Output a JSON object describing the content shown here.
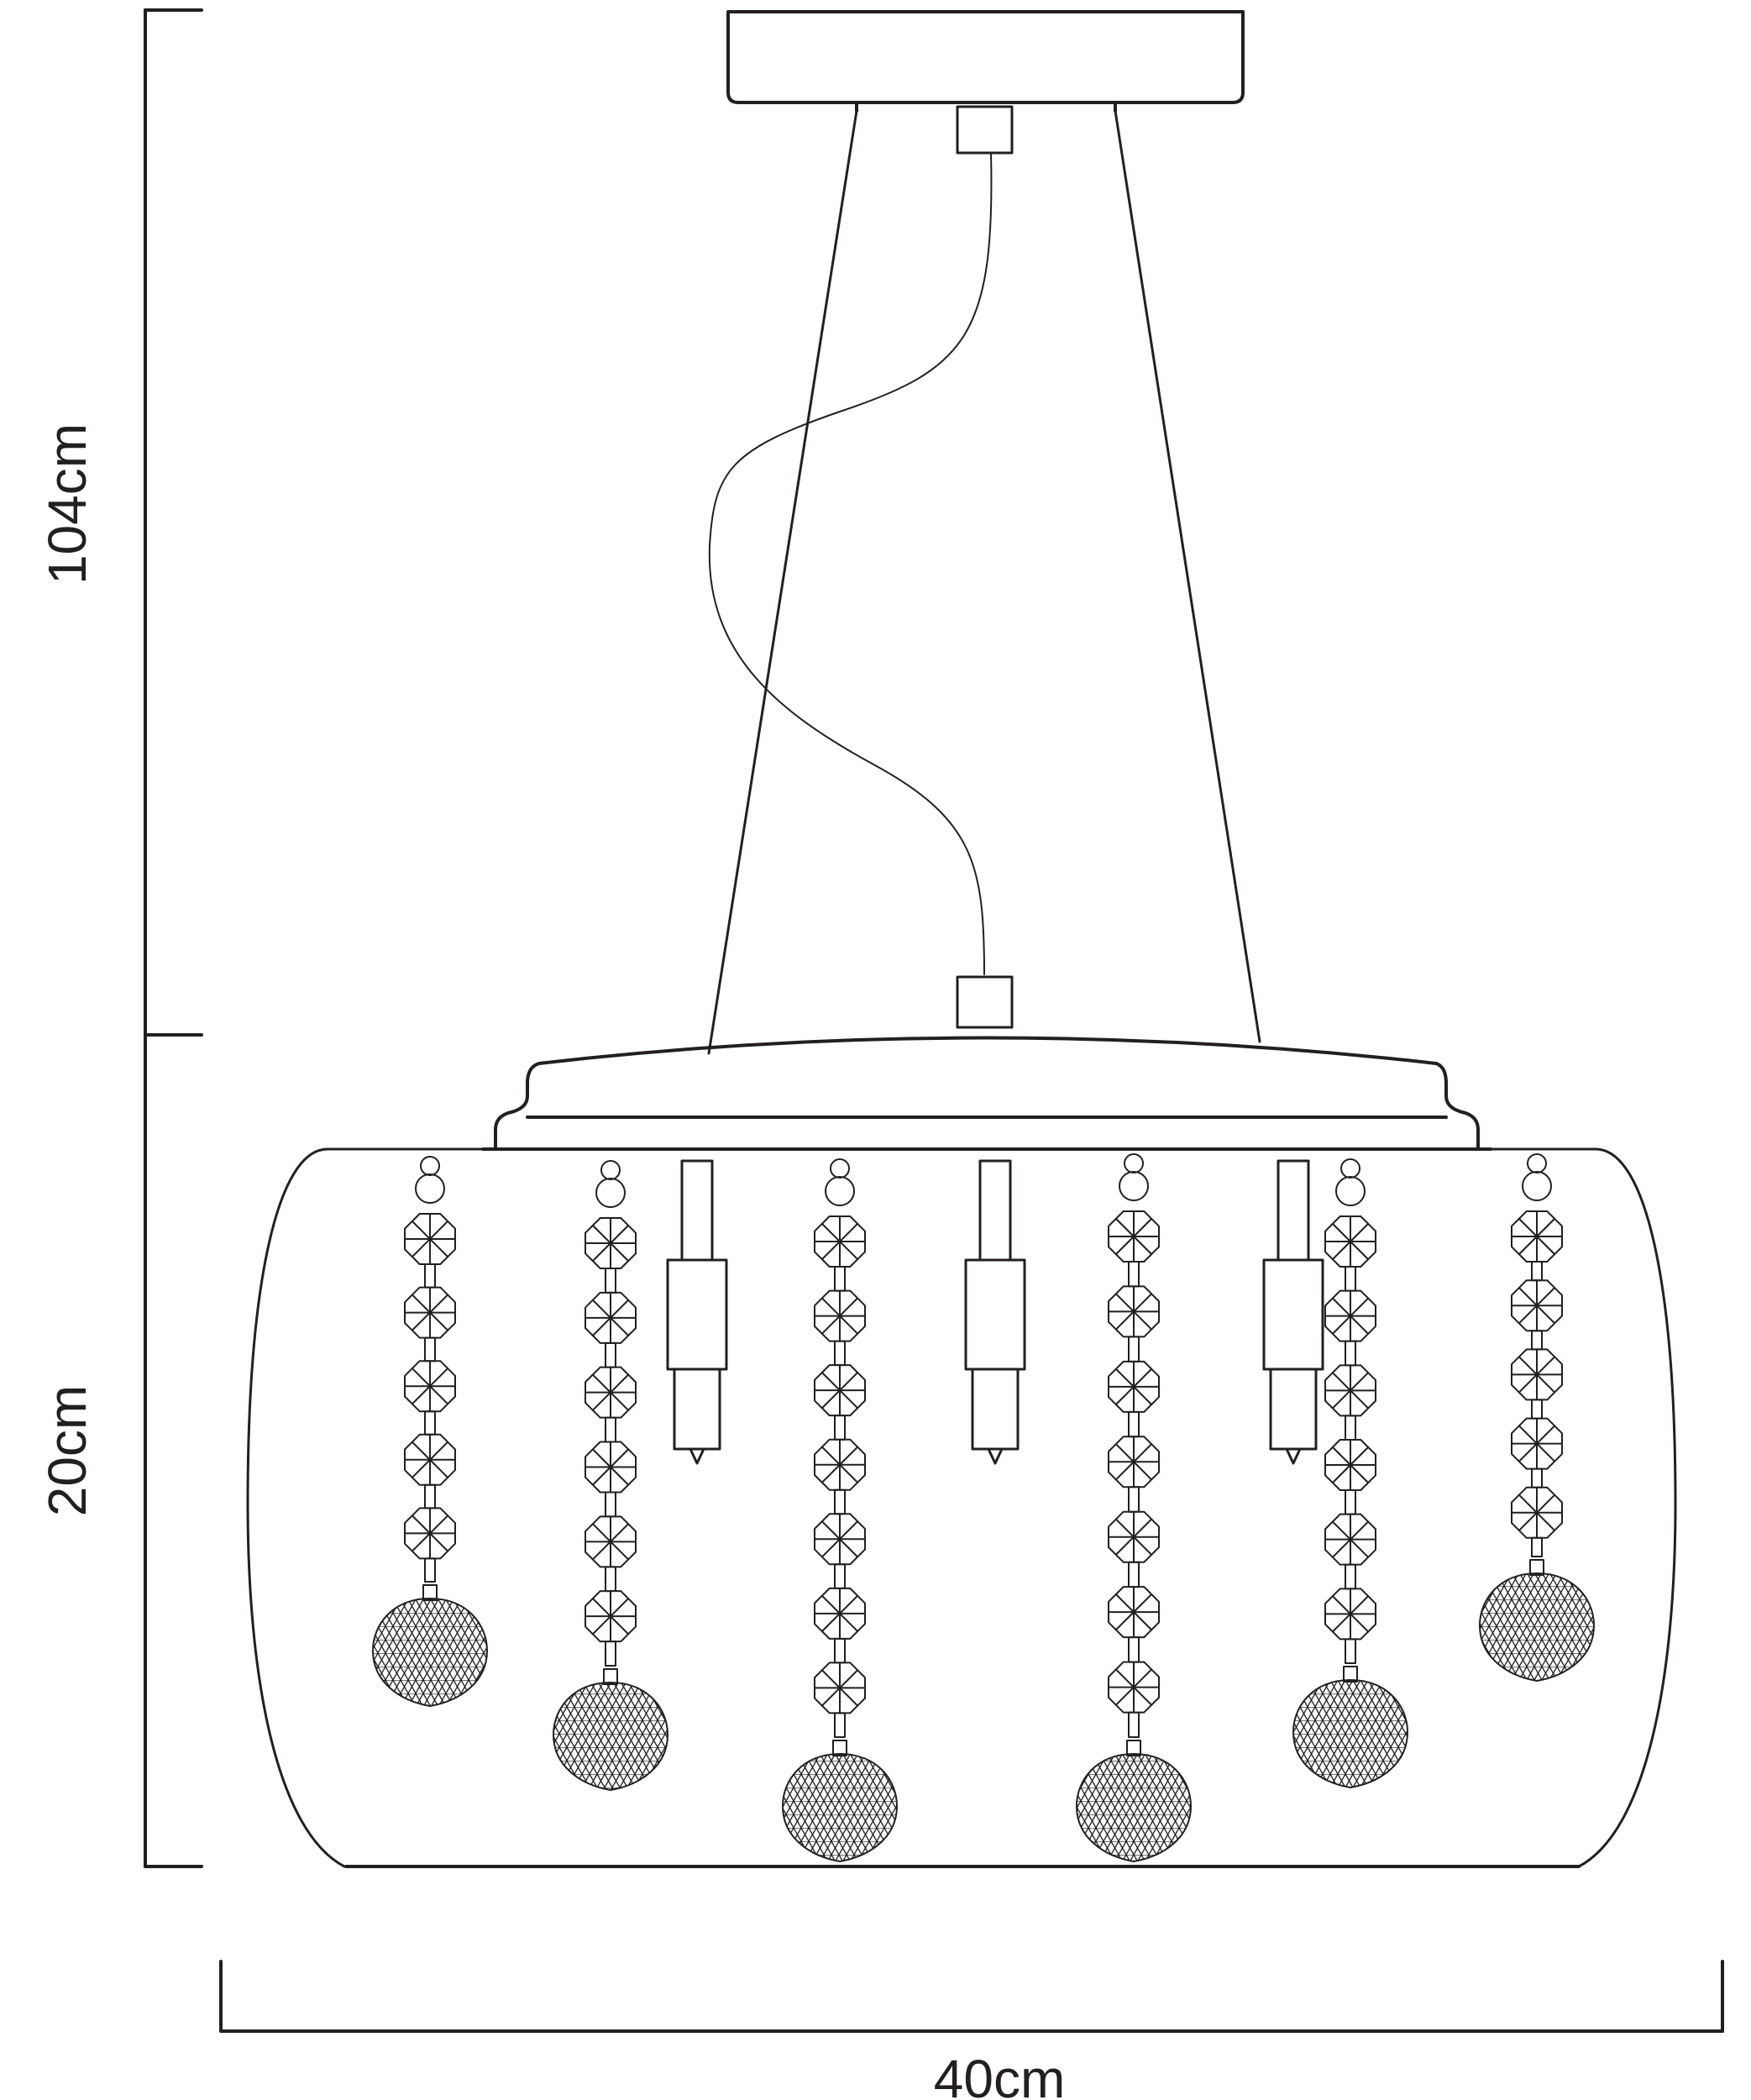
{
  "dimensions": {
    "overall_drop": "104cm",
    "shade_height": "20cm",
    "shade_width": "40cm"
  },
  "colors": {
    "line": "#231f20",
    "background": "#ffffff"
  },
  "fixture": {
    "crystal_strands": 6,
    "lamp_holders": 3
  }
}
